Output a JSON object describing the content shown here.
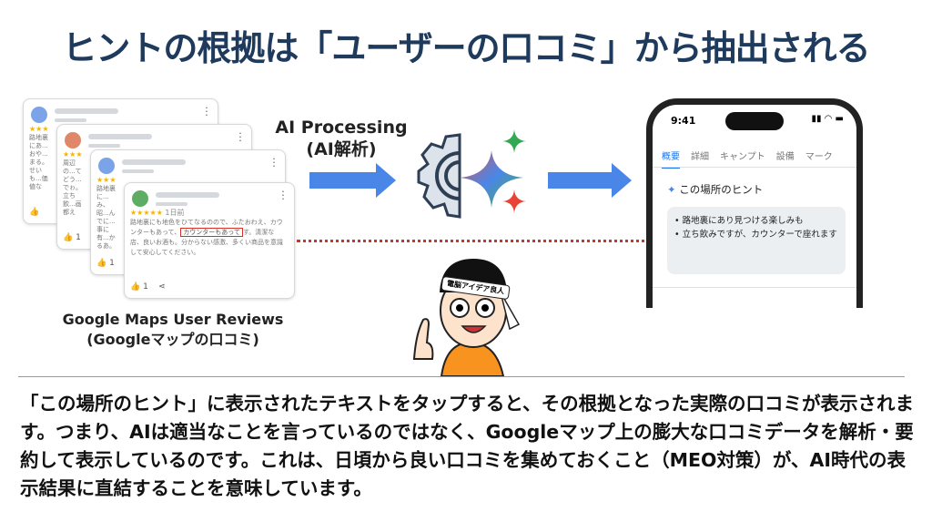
{
  "title": "ヒントの根拠は「ユーザーの口コミ」から抽出される",
  "reviews": {
    "cards": [
      {
        "color": "#7ba3e8",
        "stars": "★★★",
        "text": "路地裏にあ...おや...まる。せいも...価値な",
        "likes": ""
      },
      {
        "color": "#e0876a",
        "stars": "★★★",
        "text": "周辺の...てどう...でゎ。立ち飲...画都え",
        "likes": "1"
      },
      {
        "color": "#7ba3e8",
        "stars": "★★★",
        "text": "路地裏に...み、昭...んでに...事に有...かるあ。",
        "likes": "1"
      },
      {
        "color": "#5fad63",
        "stars": "★★★★★",
        "date": "1日前",
        "text_before": "路地裏にも地色をひてなるのので、ふたおわえ、カウンターもあって、",
        "highlight": "カウンターもあって",
        "text_after": "す。清潔な店、良いお酒も。分からない感激、多くい商品を意識して安心してください。",
        "likes": "1"
      }
    ],
    "caption_line1": "Google Maps User Reviews",
    "caption_line2": "(Googleマップの口コミ)"
  },
  "processing": {
    "line1": "AI Processing",
    "line2": "(AI解析)"
  },
  "phone": {
    "time": "9:41",
    "tabs": [
      "概要",
      "詳細",
      "キャンプト",
      "設備",
      "マーク"
    ],
    "hint_title": "この場所のヒント",
    "hints": [
      "路地裏にあり見つける楽しみも",
      "立ち飲みですが、カウンターで座れます"
    ]
  },
  "character": {
    "headband": "電脳アイデア良人"
  },
  "body_text": "「この場所のヒント」に表示されたテキストをタップすると、その根拠となった実際の口コミが表示されます。つまり、AIは適当なことを言っているのではなく、Googleマップ上の膨大な口コミデータを解析・要約して表示しているのです。これは、日頃から良い口コミを集めておくこと（MEO対策）が、AI時代の表示結果に直結することを意味しています。",
  "colors": {
    "title": "#1e3a5c",
    "arrow": "#4a86e8",
    "highlight": "#d93025"
  }
}
